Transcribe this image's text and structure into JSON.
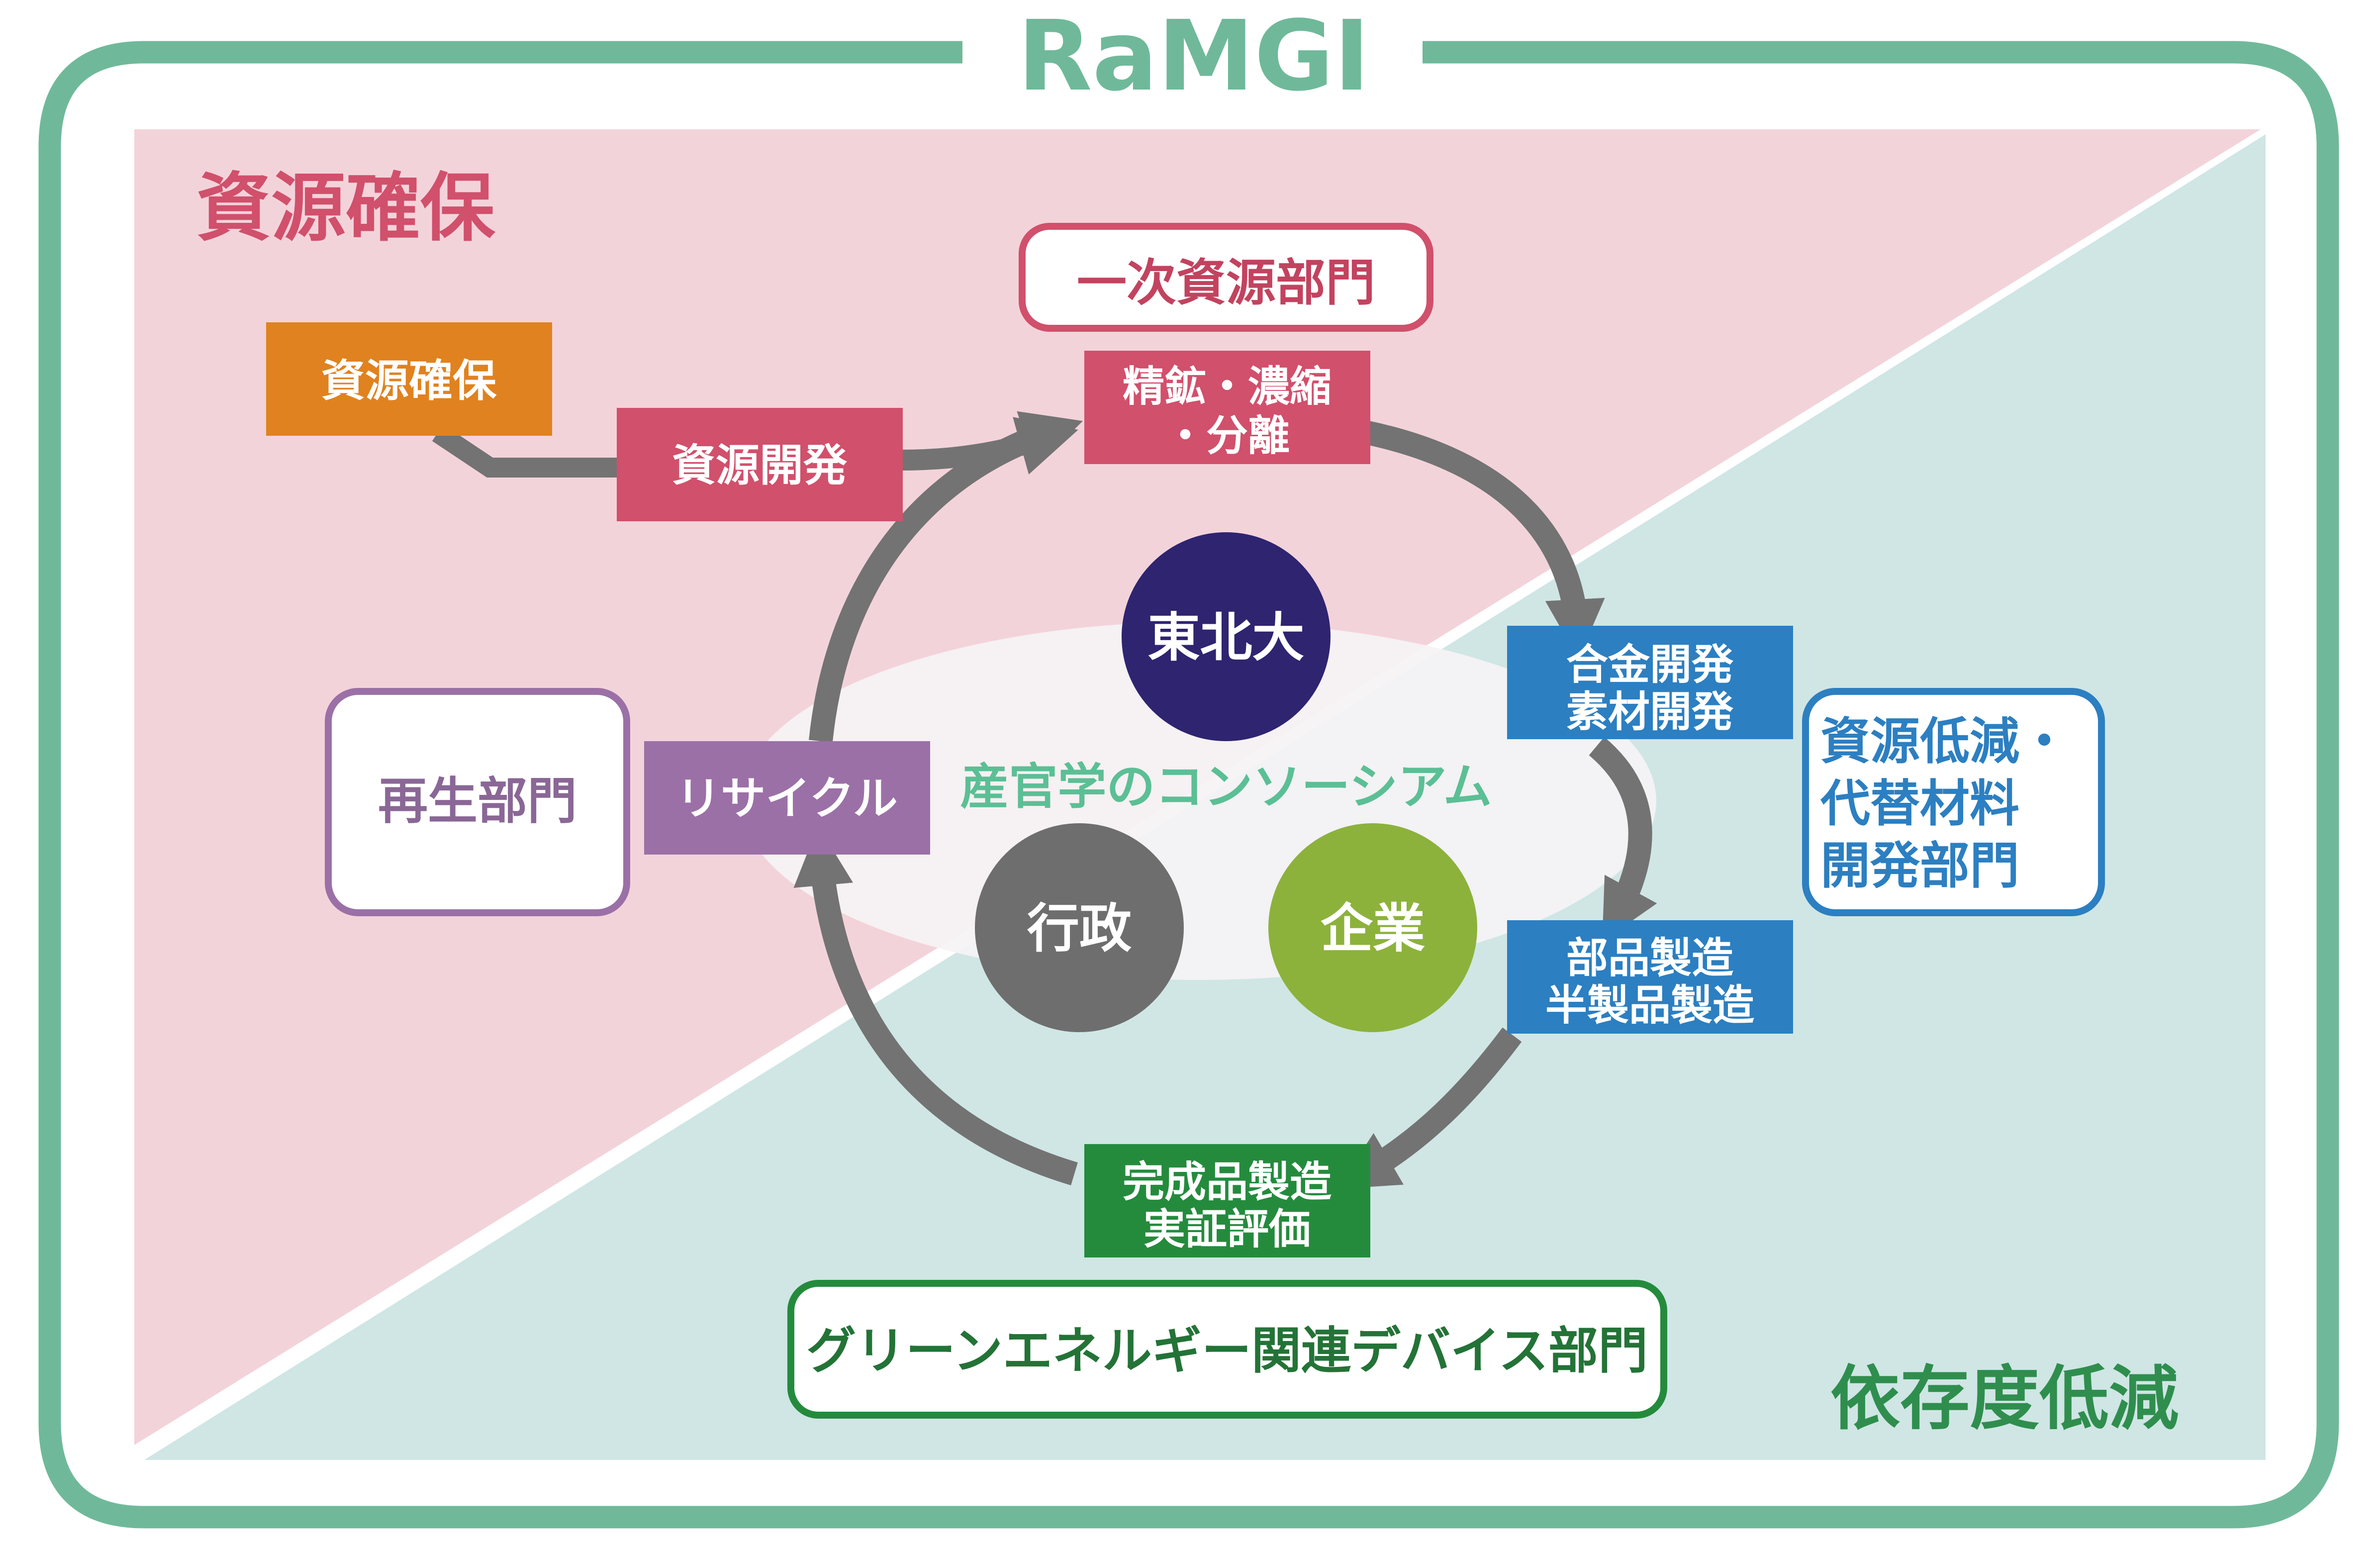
{
  "title": "RaMGI",
  "colors": {
    "frame": "#6FB99A",
    "pink_bg": "#F3D3DA",
    "teal_bg": "#CFE6E4",
    "orange": "#E0821F",
    "crimson": "#D1506C",
    "purple": "#9B70A6",
    "blue": "#2C7FC1",
    "green": "#248B3D",
    "navy": "#2E2470",
    "gray": "#6E6E6E",
    "olive": "#8CB23C",
    "arrow": "#737373",
    "consortium_text": "#5BBF95"
  },
  "zones": {
    "top_left": "資源確保",
    "bottom_right": "依存度低減"
  },
  "departments": {
    "primary": "一次資源部門",
    "recycling": "再生部門",
    "reduction_lines": [
      "資源低減・",
      "代替材料",
      "開発部門"
    ],
    "green_energy": "グリーンエネルギー関連デバイス部門"
  },
  "boxes": {
    "resource_security": "資源確保",
    "resource_development": "資源開発",
    "refining_lines": [
      "精鉱・濃縮",
      "・分離"
    ],
    "alloy_lines": [
      "合金開発",
      "素材開発"
    ],
    "parts_lines": [
      "部品製造",
      "半製品製造"
    ],
    "finished_lines": [
      "完成品製造",
      "実証評価"
    ],
    "recycle": "リサイクル"
  },
  "consortium": {
    "label": "産官学のコンソーシアム",
    "university": "東北大",
    "government": "行政",
    "industry": "企業"
  }
}
